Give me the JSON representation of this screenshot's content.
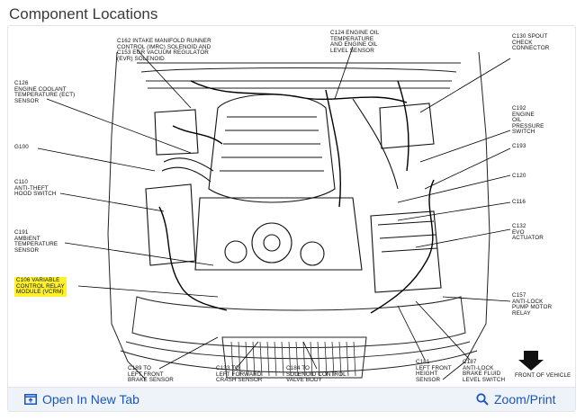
{
  "page": {
    "title": "Component Locations"
  },
  "footer": {
    "open_tab": "Open In New Tab",
    "zoom_print": "Zoom/Print"
  },
  "diagram": {
    "labels": {
      "c162": "C162 INTAKE MANIFOLD RUNNER\nCONTROL (IMRC) SOLENOID AND\nC153 EGR VACUUM REGULATOR\n(EVR) SOLENOID",
      "c124": "C124 ENGINE OIL\nTEMPERATURE\nAND ENGINE OIL\nLEVEL SENSOR",
      "c130": "C130 SPOUT\nCHECK\nCONNECTOR",
      "c126": "C126\nENGINE COOLANT\nTEMPERATURE (ECT)\nSENSOR",
      "c192": "C192\nENGINE\nOIL\nPRESSURE\nSWITCH",
      "g100": "G100",
      "c193": "C193",
      "c120": "C120",
      "c110": "C110\nANTI-THEFT\nHOOD SWITCH",
      "c116": "C116",
      "c191": "C191\nAMBIENT\nTEMPERATURE\nSENSOR",
      "c132": "C132\nEVO\nACTUATOR",
      "c106": "C106 VARIABLE\nCONTROL RELAY\nMODULE (VCRM)",
      "c157": "C157\nANTI-LOCK\nPUMP MOTOR\nRELAY",
      "c189": "C189 TO\nLEFT FRONT\nBRAKE SENSOR",
      "c133": "C133 TO\nLEFT FORWARD\nCRASH SENSOR",
      "c184": "C184 TO\nSOLENOID CONTROL\nVALVE BODY",
      "c181": "C181\nLEFT FRONT\nHEIGHT\nSENSOR",
      "c187": "C187\nANTI-LOCK\nBRAKE FLUID\nLEVEL SWITCH",
      "front": "FRONT OF VEHICLE"
    }
  }
}
